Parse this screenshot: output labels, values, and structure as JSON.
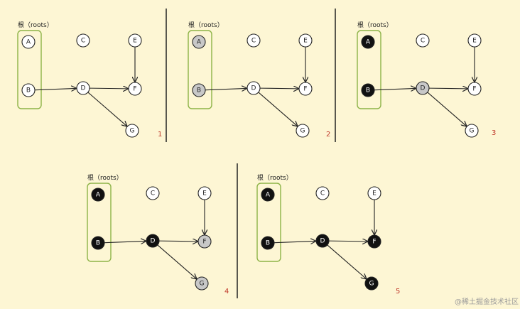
{
  "roots_label": "根（roots）",
  "watermark": "@稀土掘金技术社区",
  "node_labels": [
    "A",
    "B",
    "C",
    "D",
    "E",
    "F",
    "G"
  ],
  "edges": [
    [
      "B",
      "D"
    ],
    [
      "D",
      "F"
    ],
    [
      "E",
      "F"
    ],
    [
      "D",
      "G"
    ]
  ],
  "color_key": {
    "white": "#ffffff",
    "gray": "#c8c8c8",
    "black": "#111111",
    "root_box": "#8db347",
    "step_number": "#c0392b"
  },
  "panels": [
    {
      "step": "1",
      "colors": {
        "A": "white",
        "B": "white",
        "C": "white",
        "D": "white",
        "E": "white",
        "F": "white",
        "G": "white"
      }
    },
    {
      "step": "2",
      "colors": {
        "A": "gray",
        "B": "gray",
        "C": "white",
        "D": "white",
        "E": "white",
        "F": "white",
        "G": "white"
      }
    },
    {
      "step": "3",
      "colors": {
        "A": "black",
        "B": "black",
        "C": "white",
        "D": "gray",
        "E": "white",
        "F": "white",
        "G": "white"
      }
    },
    {
      "step": "4",
      "colors": {
        "A": "black",
        "B": "black",
        "C": "white",
        "D": "black",
        "E": "white",
        "F": "gray",
        "G": "gray"
      }
    },
    {
      "step": "5",
      "colors": {
        "A": "black",
        "B": "black",
        "C": "white",
        "D": "black",
        "E": "white",
        "F": "black",
        "G": "black"
      }
    }
  ]
}
